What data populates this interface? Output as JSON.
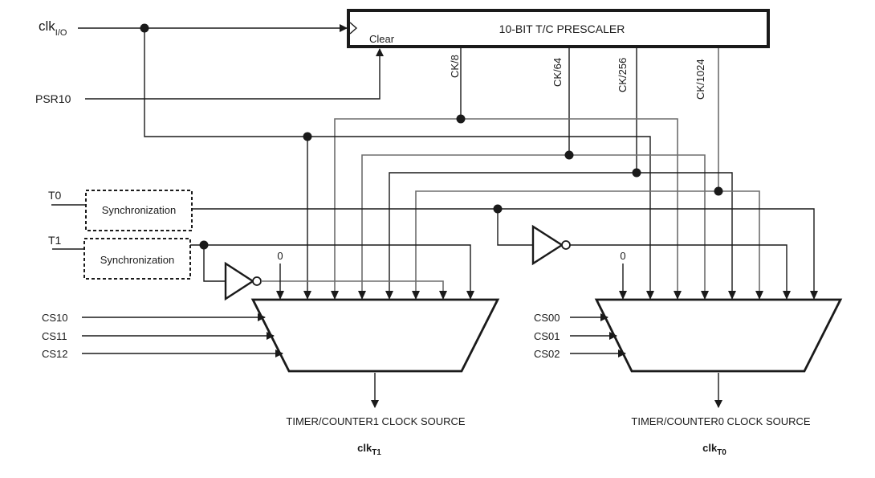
{
  "diagram": {
    "prescaler": {
      "title": "10-BIT T/C PRESCALER",
      "clear_label": "Clear"
    },
    "inputs": {
      "clk_io_main": "clk",
      "clk_io_sub": "I/O",
      "psr10": "PSR10",
      "t0": "T0",
      "t1": "T1"
    },
    "prescaler_taps": [
      "CK/8",
      "CK/64",
      "CK/256",
      "CK/1024"
    ],
    "sync_blocks": [
      "Synchronization",
      "Synchronization"
    ],
    "constant_zero": [
      "0",
      "0"
    ],
    "mux1": {
      "selects": [
        "CS10",
        "CS11",
        "CS12"
      ],
      "output_label": "TIMER/COUNTER1 CLOCK SOURCE",
      "output_signal_main": "clk",
      "output_signal_sub": "T1"
    },
    "mux0": {
      "selects": [
        "CS00",
        "CS01",
        "CS02"
      ],
      "output_label": "TIMER/COUNTER0 CLOCK SOURCE",
      "output_signal_main": "clk",
      "output_signal_sub": "T0"
    }
  }
}
